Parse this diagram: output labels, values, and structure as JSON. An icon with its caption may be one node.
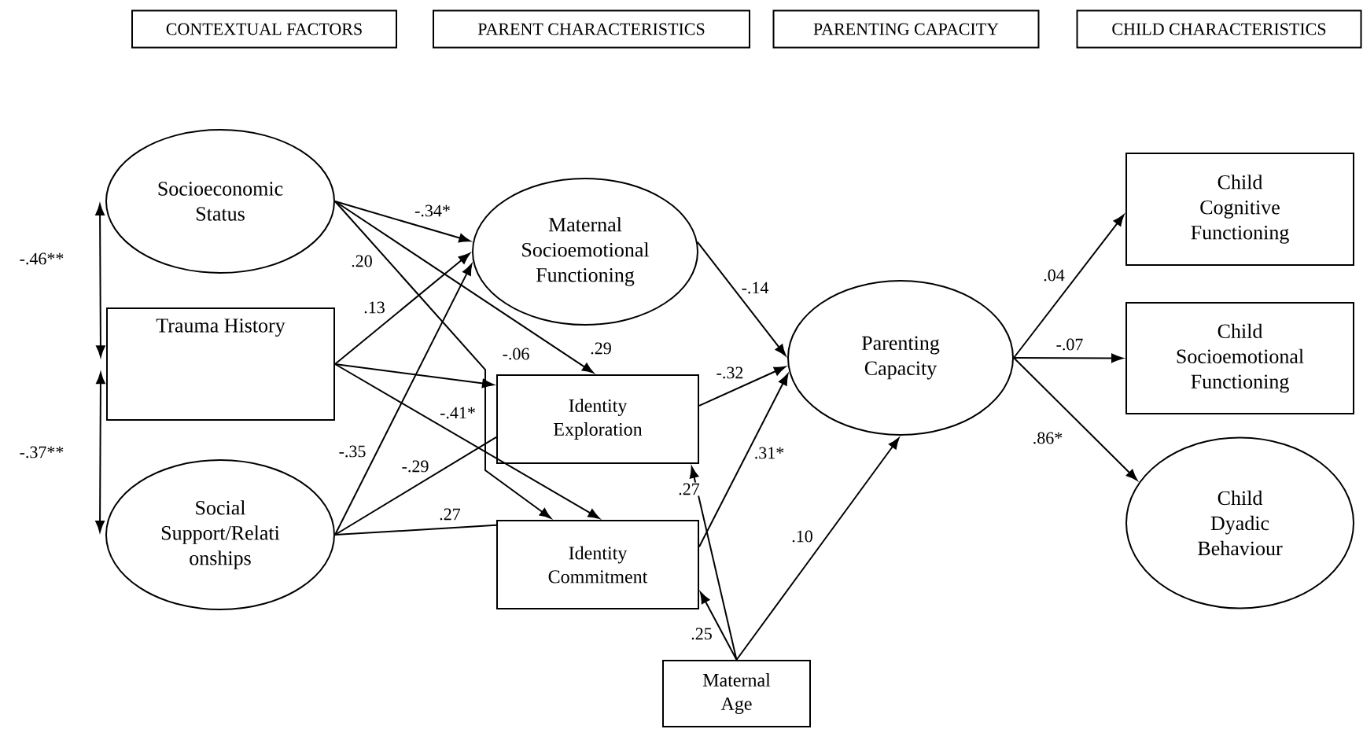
{
  "diagram": {
    "nodes": [
      {
        "text": [
          "CONTEXTUAL FACTORS"
        ]
      },
      {
        "text": [
          "PARENT CHARACTERISTICS"
        ]
      },
      {
        "text": [
          "PARENTING CAPACITY"
        ]
      },
      {
        "text": [
          "CHILD CHARACTERISTICS"
        ]
      },
      {
        "text": [
          "Socioeconomic Status"
        ]
      },
      {
        "text": [
          "Trauma History"
        ]
      },
      {
        "text": [
          "Social Support/Relati onships"
        ]
      },
      {
        "text": [
          "Maternal Socioemotional Functioning"
        ]
      },
      {
        "text": [
          "Identity Exploration"
        ]
      },
      {
        "text": [
          "Identity Commitment"
        ]
      },
      {
        "text": [
          "Parenting Capacity"
        ]
      },
      {
        "text": [
          "Maternal Age"
        ]
      },
      {
        "text": [
          "Child Cognitive Functioning"
        ]
      },
      {
        "text": [
          "Child Socioemotional Functioning"
        ]
      },
      {
        "text": [
          "Child Dyadic Behaviour"
        ]
      }
    ],
    "edges": [
      {
        "from": 4,
        "to": 5,
        "arrow": "both",
        "label": "-.46**"
      },
      {
        "from": 5,
        "to": 6,
        "arrow": "both",
        "label": "-.37**"
      },
      {
        "from": 4,
        "to": 7,
        "arrow": "to",
        "label": "-.34*"
      },
      {
        "from": 4,
        "to": 8,
        "arrow": "to",
        "label": ".29"
      },
      {
        "from": 4,
        "to": 9,
        "arrow": "to",
        "label": ".20"
      },
      {
        "from": 5,
        "to": 7,
        "arrow": "to",
        "label": ".13"
      },
      {
        "from": 5,
        "to": 8,
        "arrow": "to",
        "label": "-.06"
      },
      {
        "from": 5,
        "to": 9,
        "arrow": "to",
        "label": "-.41*"
      },
      {
        "from": 6,
        "to": 7,
        "arrow": "to",
        "label": "-.35"
      },
      {
        "from": 6,
        "to": 8,
        "arrow": "none",
        "label": "-.29"
      },
      {
        "from": 6,
        "to": 9,
        "arrow": "none",
        "label": ".27"
      },
      {
        "from": 7,
        "to": 10,
        "arrow": "to",
        "label": "-.14"
      },
      {
        "from": 8,
        "to": 10,
        "arrow": "to",
        "label": "-.32"
      },
      {
        "from": 9,
        "to": 10,
        "arrow": "to",
        "label": ".31*"
      },
      {
        "from": 11,
        "to": 8,
        "arrow": "to",
        "label": ".27"
      },
      {
        "from": 11,
        "to": 9,
        "arrow": "to",
        "label": ".25"
      },
      {
        "from": 11,
        "to": 10,
        "arrow": "to",
        "label": ".10"
      },
      {
        "from": 10,
        "to": 12,
        "arrow": "to",
        "label": ".04"
      },
      {
        "from": 10,
        "to": 13,
        "arrow": "to",
        "label": "-.07"
      },
      {
        "from": 10,
        "to": 14,
        "arrow": "to",
        "label": ".86*"
      }
    ]
  }
}
